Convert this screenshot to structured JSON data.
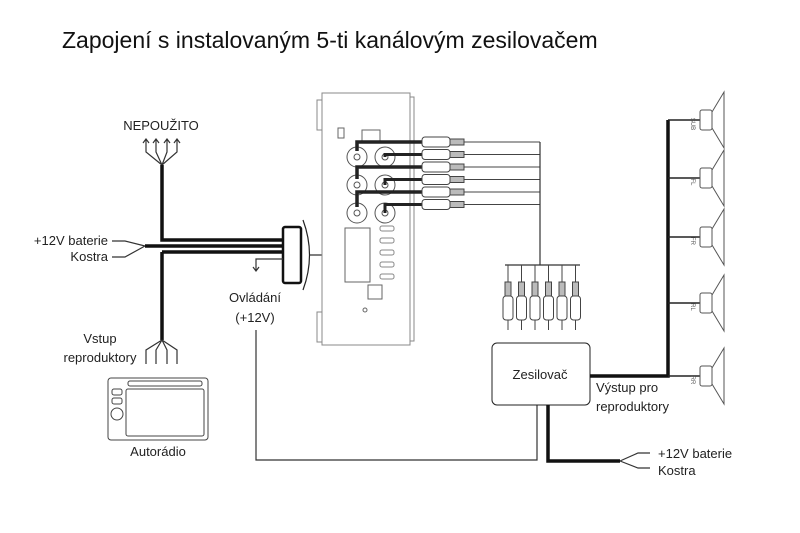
{
  "title": "Zapojení s instalovaným 5-ti kanálovým zesilovačem",
  "labels": {
    "unused": "NEPOUŽITO",
    "battery_left": "+12V baterie",
    "ground_left": "Kostra",
    "speaker_input_line1": "Vstup",
    "speaker_input_line2": "reproduktory",
    "head_unit": "Autorádio",
    "control_line1": "Ovládání",
    "control_line2": "(+12V)",
    "amplifier": "Zesilovač",
    "output_line1": "Výstup pro",
    "output_line2": "reproduktory",
    "battery_right": "+12V baterie",
    "ground_right": "Kostra"
  },
  "speakers": [
    {
      "label": "SUB"
    },
    {
      "label": "FL"
    },
    {
      "label": "FR"
    },
    {
      "label": "RL"
    },
    {
      "label": "RR"
    }
  ],
  "rca_channels": 6
}
